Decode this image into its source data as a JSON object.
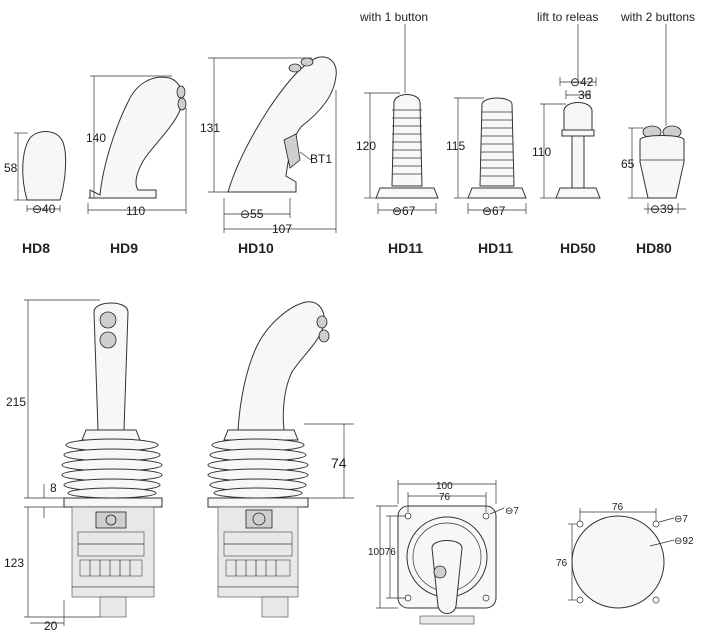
{
  "models": {
    "hd8": "HD8",
    "hd9": "HD9",
    "hd10": "HD10",
    "hd11a": "HD11",
    "hd11b": "HD11",
    "hd50": "HD50",
    "hd80": "HD80"
  },
  "notes": {
    "one_button": "with 1 button",
    "lift": "lift to releas",
    "two_buttons": "with 2 buttons"
  },
  "dims": {
    "hd8_h": "58",
    "hd8_w": "⊖40",
    "hd9_h": "140",
    "hd9_w": "110",
    "hd10_h": "131",
    "hd10_base": "⊖55",
    "hd10_w": "107",
    "hd10_bt": "BT1",
    "hd11a_h": "120",
    "hd11a_w": "⊖67",
    "hd11b_h": "115",
    "hd11b_w": "⊖67",
    "hd50_top": "⊖42",
    "hd50_mid": "36",
    "hd50_h": "110",
    "hd80_h": "65",
    "hd80_w": "⊖39",
    "front_h": "215",
    "front_gap": "8",
    "front_body": "123",
    "front_base": "20",
    "side_boot": "74",
    "top_outer": "100",
    "top_inner": "76",
    "top_left": "10076",
    "top_hole": "⊖7",
    "cut_w": "76",
    "cut_h": "76",
    "cut_hole": "⊖7",
    "cut_circle": "⊖92"
  }
}
